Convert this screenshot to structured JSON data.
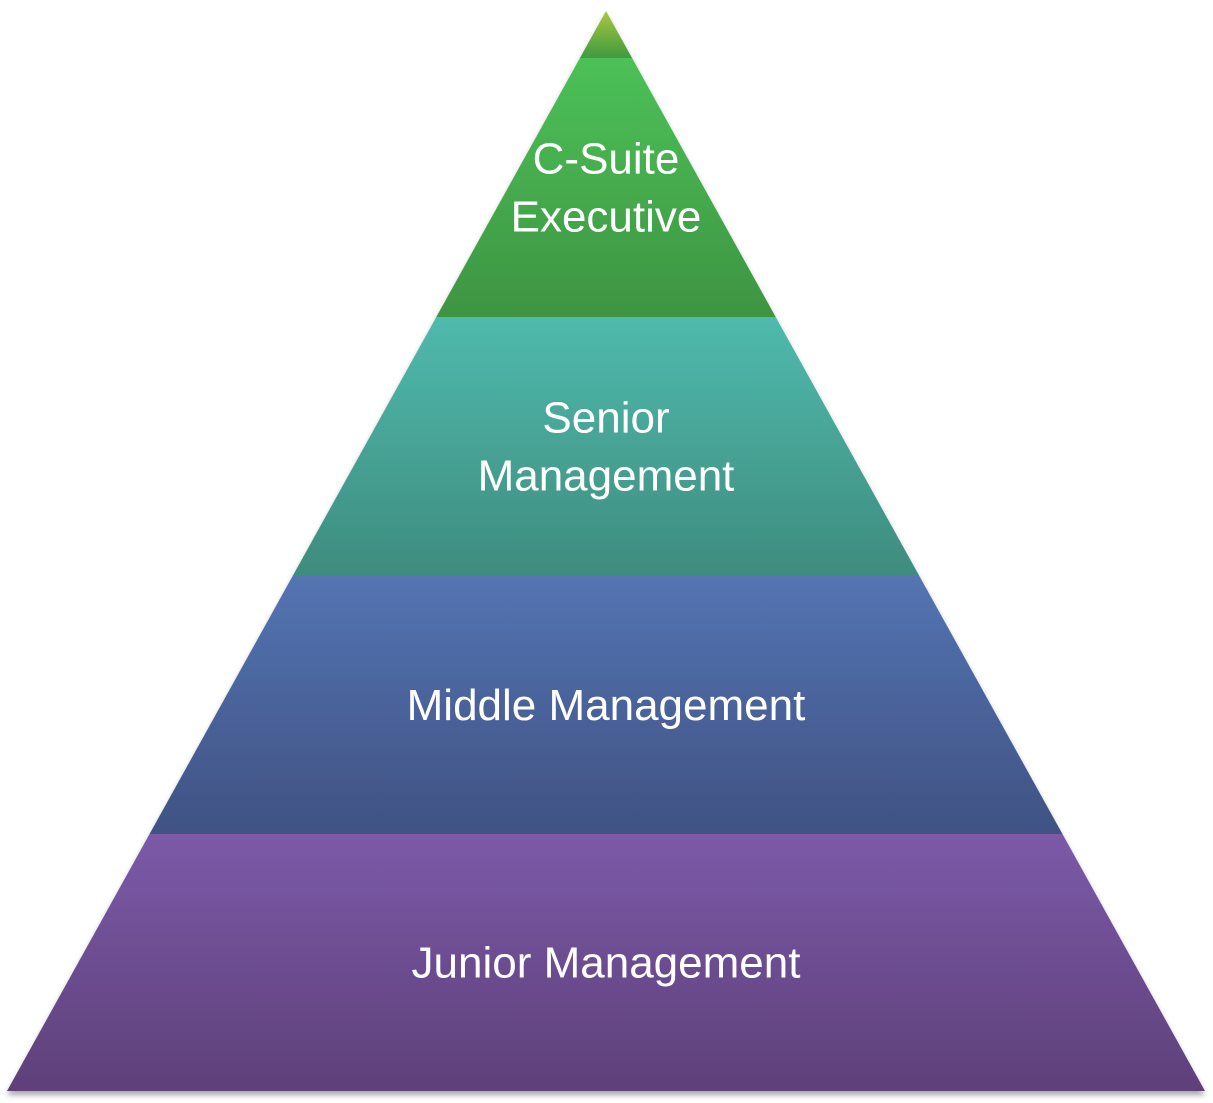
{
  "title": "Management Hierarchy Pyramid",
  "levels": [
    {
      "lines": [],
      "colors": [
        "#a8c83e",
        "#3e9a42"
      ]
    },
    {
      "lines": [
        "C-Suite",
        "Executive"
      ],
      "colors": [
        "#4cc158",
        "#3e9442"
      ]
    },
    {
      "lines": [
        "Senior",
        "Management"
      ],
      "colors": [
        "#4fbaad",
        "#3e8c7e"
      ]
    },
    {
      "lines": [
        "Middle Management"
      ],
      "colors": [
        "#5474b2",
        "#405283"
      ]
    },
    {
      "lines": [
        "Junior Management"
      ],
      "colors": [
        "#7b5aa8",
        "#5e4079"
      ]
    }
  ]
}
